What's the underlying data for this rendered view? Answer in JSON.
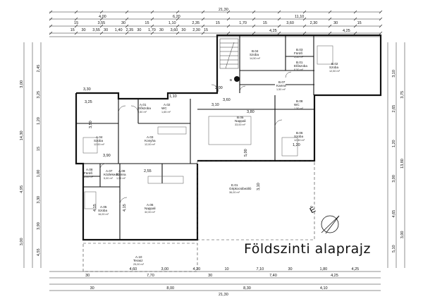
{
  "title": "Földszinti alaprajz",
  "north_label": "É",
  "stair_label": "B",
  "dims": {
    "top_total": "21,30",
    "bottom_total": "21,30",
    "top_row1": [
      "4,00",
      "6,20",
      "11,10"
    ],
    "top_row2": [
      "15",
      "3,55",
      "30",
      "15",
      "1,10",
      "2,35",
      "15",
      "1,70",
      "15",
      "3,60",
      "2,30",
      "30",
      "15"
    ],
    "top_row3": [
      "15",
      "30",
      "3,55",
      "30",
      "1,40",
      "2,35",
      "30",
      "1,70",
      "30",
      "3,60",
      "30",
      "2,30",
      "15"
    ],
    "top_row4": [
      "4,25",
      "4,25"
    ],
    "bottom_row1": [
      "4,60",
      "3,00",
      "4,20",
      "10",
      "7,10",
      "30",
      "1,80",
      "4,25"
    ],
    "bottom_row2": [
      "30",
      "7,70",
      "30",
      "7,40",
      "4,25"
    ],
    "bottom_row3": [
      "30",
      "8,00",
      "8,30",
      "4,10"
    ],
    "left_outer": [
      "3,00",
      "14,30",
      "4,95",
      "3,00"
    ],
    "left_inner": [
      "2,45",
      "3,25",
      "1,20",
      "15",
      "1,00",
      "3,30",
      "3,90",
      "4,55"
    ],
    "right_outer": [
      "3,75",
      "13,80",
      "3,00"
    ],
    "right_inner": [
      "3,10",
      "2,65",
      "1,20",
      "3,00",
      "4,65",
      "5,10"
    ],
    "inner": [
      "3,30",
      "3,10",
      "3,25",
      "1,10",
      "3,60",
      "2,00",
      "3,80",
      "3,50",
      "3,90",
      "5,00",
      "1,20",
      "2,55",
      "4,15",
      "4,15",
      "3,10"
    ]
  },
  "rooms": [
    {
      "code": "A.01",
      "name": "Előszoba",
      "area": "9,50 m²"
    },
    {
      "code": "A.02",
      "name": "WC",
      "area": "1,65 m²"
    },
    {
      "code": "A.03",
      "name": "Konyha",
      "area": "12,00 m²"
    },
    {
      "code": "A.04",
      "name": "Szoba",
      "area": "12,00 m²"
    },
    {
      "code": "A.05",
      "name": "Szoba",
      "area": "16,00 m²"
    },
    {
      "code": "A.06",
      "name": "Nappali",
      "area": "32,00 m²"
    },
    {
      "code": "A.07",
      "name": "Közlekedő",
      "area": "5,00 m²"
    },
    {
      "code": "A.08",
      "name": "Fürdő",
      "area": "5,00 m²"
    },
    {
      "code": "A.09",
      "name": "Kamra",
      "area": "1,50 m²"
    },
    {
      "code": "A.10",
      "name": "Terasz",
      "area": "25,00 m²"
    },
    {
      "code": "B.01",
      "name": "Előszoba",
      "area": "8,50 m²"
    },
    {
      "code": "B.02",
      "name": "Szoba",
      "area": "12,50 m²"
    },
    {
      "code": "B.03",
      "name": "Fürdő",
      "area": "5,50 m²"
    },
    {
      "code": "B.04",
      "name": "Szoba",
      "area": "14,50 m²"
    },
    {
      "code": "B.05",
      "name": "Nappali",
      "area": "33,00 m²"
    },
    {
      "code": "B.06",
      "name": "Szoba",
      "area": "12,50 m²"
    },
    {
      "code": "B.07",
      "name": "Kamra",
      "area": "1,50 m²"
    },
    {
      "code": "B.08",
      "name": "WC",
      "area": "1,50 m²"
    },
    {
      "code": "E.01",
      "name": "Gépkocsibeálló",
      "area": "36,00 m²"
    }
  ]
}
